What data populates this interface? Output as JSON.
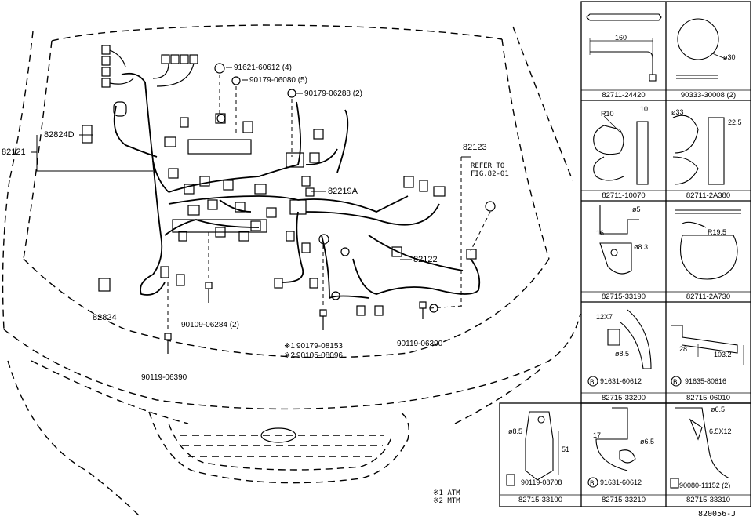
{
  "parts": {
    "p82824D": "82824D",
    "p82121": "82121",
    "p91621": "91621-60612 (4)",
    "p90179a": "90179-06080 (5)",
    "p90179b": "90179-06288 (2)",
    "p82123": "82123",
    "refer1": "REFER TO",
    "refer2": "FIG.82-01",
    "p82219A": "82219A",
    "p82122": "82122",
    "p82824": "82824",
    "p90109": "90109-06284 (2)",
    "p90179c": "90179-08153",
    "p90105": "90105-08096",
    "p90119a": "90119-06390",
    "p90119b": "90119-06390",
    "mark1": "※1",
    "mark2": "※2"
  },
  "legend": {
    "line1": "※1 ATM",
    "line2": "※2 MTM"
  },
  "cells": {
    "c1": {
      "caption": "82711-24420",
      "dim": "160"
    },
    "c2": {
      "caption": "90333-30008 (2)",
      "dim": "ø30"
    },
    "c3": {
      "caption": "82711-10070",
      "dim1": "R10",
      "dim2": "10"
    },
    "c4": {
      "caption": "82711-2A380",
      "dim1": "ø33",
      "dim2": "22.5"
    },
    "c5": {
      "caption": "82715-33190",
      "dim1": "ø5",
      "dim2": "16",
      "dim3": "ø8.3"
    },
    "c6": {
      "caption": "82711-2A730",
      "dim1": "R19.5"
    },
    "c7": {
      "caption": "82715-33200",
      "dim1": "12X7",
      "dim2": "ø8.5",
      "bolt": "91631-60612"
    },
    "c8": {
      "caption": "82715-06010",
      "dim1": "28",
      "dim2": "103.2",
      "bolt": "91635-80616"
    },
    "c9": {
      "caption": "82715-33100",
      "dim1": "ø8.5",
      "dim2": "51",
      "bolt": "90119-08708"
    },
    "c10": {
      "caption": "82715-33210",
      "dim1": "17",
      "dim2": "ø6.5",
      "bolt": "91631-60612"
    },
    "c11": {
      "caption": "82715-33310",
      "dim1": "ø6.5",
      "dim2": "6.5X12",
      "bolt": "90080-11152 (2)"
    }
  },
  "figure_id": "820056-J"
}
